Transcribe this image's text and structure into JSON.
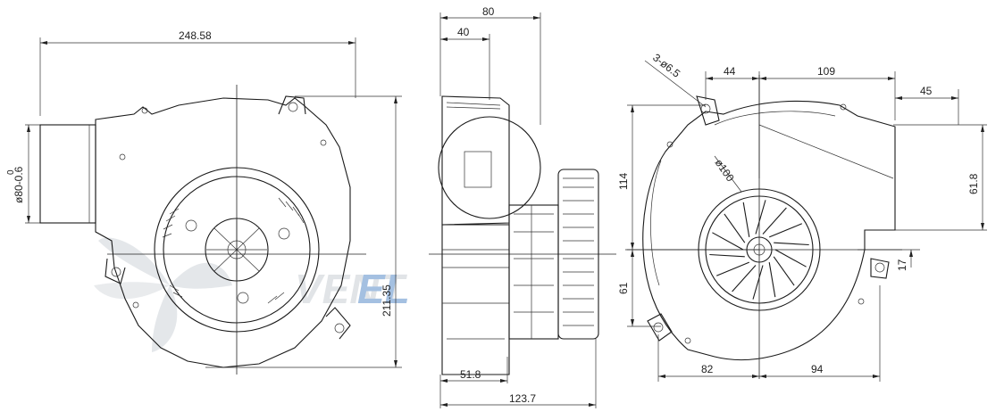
{
  "watermark": {
    "part1": "VENT",
    "part2": "EL",
    "color1": "#c9ced4",
    "color2": "#5b8ec9"
  },
  "front_view": {
    "width": "248.58",
    "height": "211.35",
    "inlet": "ø80-0.6",
    "inlet_tol": "0"
  },
  "side_view": {
    "top_outer": "80",
    "top_inner": "40",
    "bottom_short": "51.8",
    "bottom_total": "123.7"
  },
  "rear_view": {
    "holes": "3-ø6.5",
    "top_left": "44",
    "top_right": "109",
    "outlet_len": "45",
    "left_upper": "114",
    "left_lower": "61",
    "impeller": "ø100",
    "outlet_h": "61.8",
    "outlet_off": "17",
    "bottom_left": "82",
    "bottom_right": "94"
  }
}
